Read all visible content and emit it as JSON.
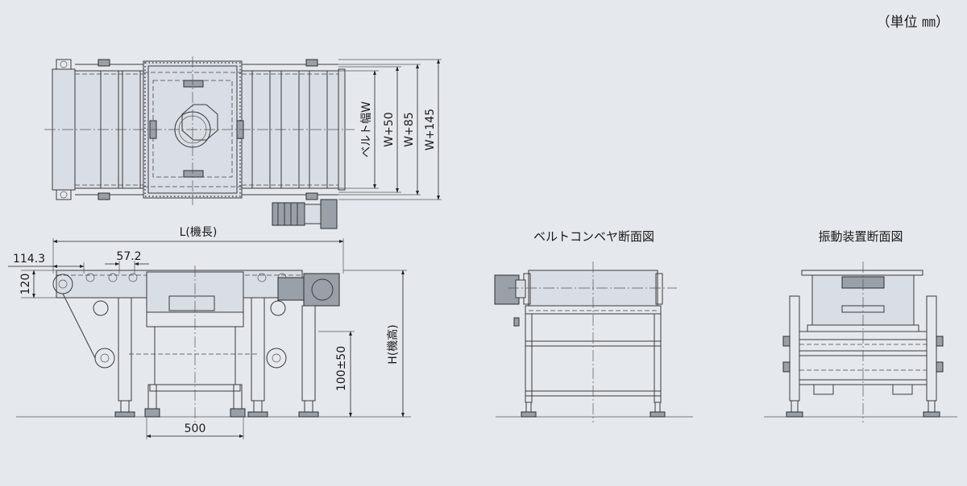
{
  "unit_note": "（単位 ㎜）",
  "views": {
    "conveyor_section_title": "ベルトコンベヤ断面図",
    "vibration_section_title": "振動装置断面図"
  },
  "dimensions": {
    "belt_width": "ベルト幅W",
    "w_plus_50": "W+50",
    "w_plus_85": "W+85",
    "w_plus_145": "W+145",
    "length": "L(機長)",
    "left_offset": "114.3",
    "pitch": "57.2",
    "roller_height": "120",
    "adjust_range": "100±50",
    "machine_height": "H(機高)",
    "leg_span": "500"
  }
}
